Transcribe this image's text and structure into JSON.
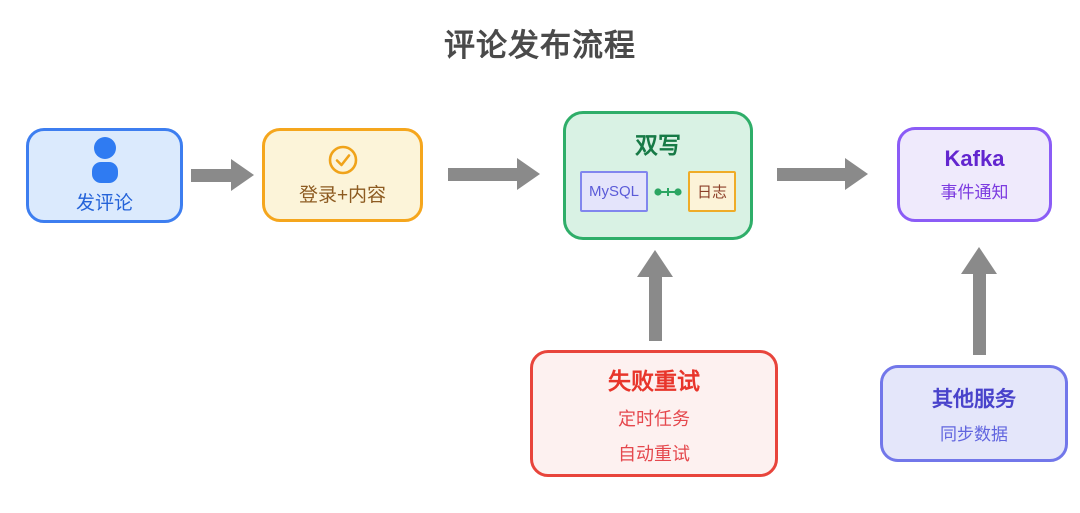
{
  "title": "评论发布流程",
  "flow": {
    "post_comment": {
      "label": "发评论",
      "icon": "user-icon"
    },
    "login": {
      "label": "登录+内容",
      "icon": "check-circle-icon"
    },
    "dual_write": {
      "title": "双写",
      "connector_icon": "link-dots-icon",
      "items": [
        {
          "label": "MySQL"
        },
        {
          "label": "日志"
        }
      ]
    },
    "kafka": {
      "title": "Kafka",
      "subtitle": "事件通知"
    }
  },
  "side_nodes": {
    "retry": {
      "title": "失败重试",
      "lines": [
        "定时任务",
        "自动重试"
      ]
    },
    "other_services": {
      "title": "其他服务",
      "subtitle": "同步数据"
    }
  },
  "colors": {
    "title_text": "#4a4a4a",
    "arrow": "#8a8a8a",
    "blue_border": "#3d7ef0",
    "blue_bg": "#dbeafd",
    "blue_text": "#2463d9",
    "blue_icon": "#2f7bf2",
    "orange_border": "#f5a61d",
    "orange_bg": "#fcf4d9",
    "orange_text": "#8d5b21",
    "orange_icon": "#f0a31a",
    "green_border": "#2fae69",
    "green_bg": "#d9f2e4",
    "green_text": "#177a46",
    "green_connector": "#2ba562",
    "mysql_border": "#8186ee",
    "mysql_bg": "#e4e4fb",
    "mysql_text": "#5b5bd8",
    "log_border": "#efac28",
    "log_bg": "#fcf3d8",
    "log_text": "#8c3f28",
    "purple_border": "#8b5cf6",
    "purple_bg": "#efeafc",
    "purple_title": "#6326cf",
    "purple_sub": "#7c3be0",
    "red_border": "#e8453c",
    "red_bg": "#fdf1f0",
    "red_text": "#e8352b",
    "indigo_border": "#7277ea",
    "indigo_bg": "#e4e6fa",
    "indigo_title": "#4943cb",
    "indigo_sub": "#6165df"
  }
}
